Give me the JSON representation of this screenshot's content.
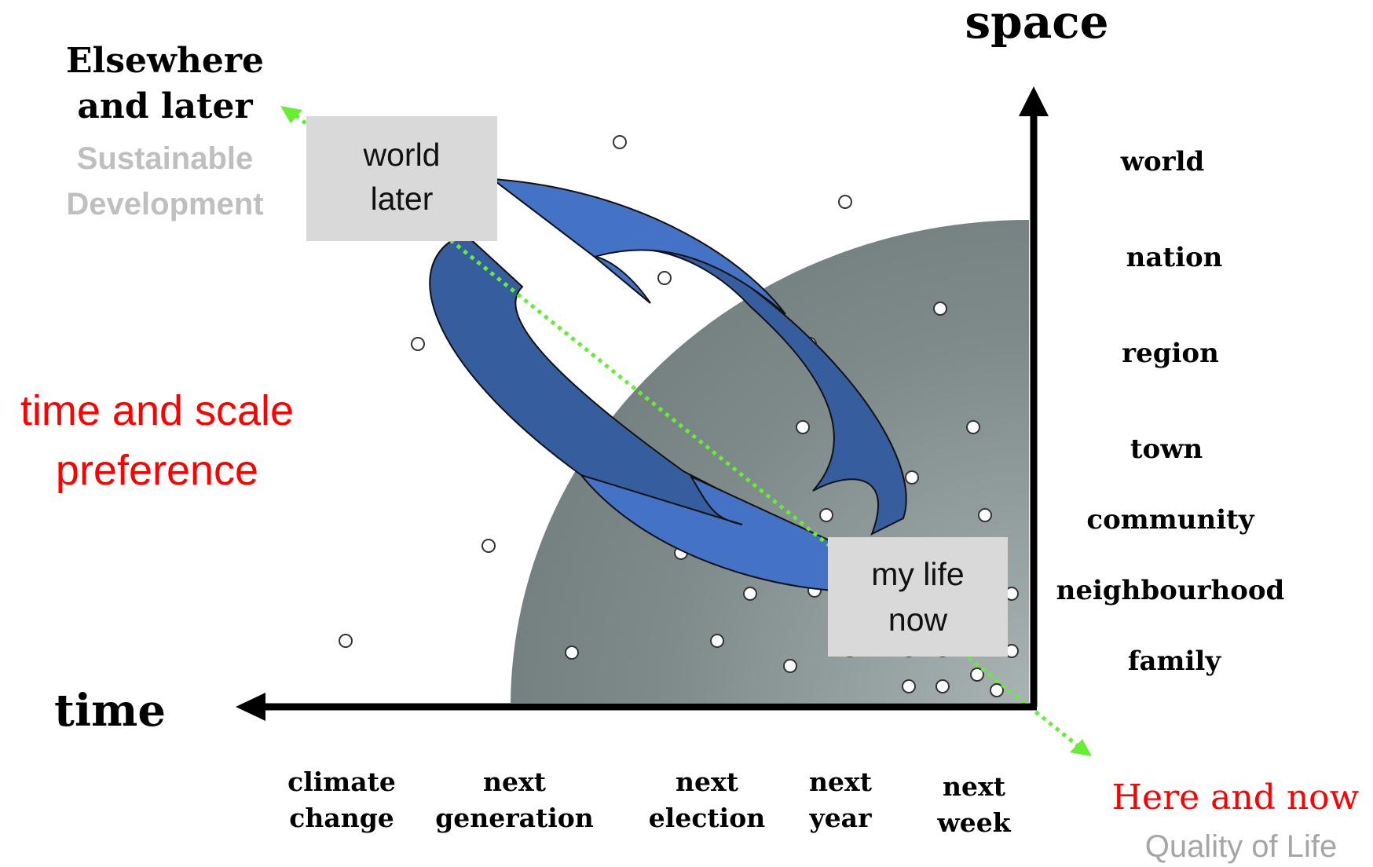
{
  "corner_labels": {
    "elsewhere": [
      "Elsewhere",
      "and later"
    ],
    "sustainable": [
      "Sustainable",
      "Development"
    ],
    "here_now": "Here and now",
    "quality": "Quality of Life"
  },
  "side_label": [
    "time and scale",
    "preference"
  ],
  "axes": {
    "space_title": "space",
    "time_title": "time"
  },
  "space_ticks": [
    "world",
    "nation",
    "region",
    "town",
    "community",
    "neighbourhood",
    "family"
  ],
  "time_ticks": [
    [
      "climate",
      "change"
    ],
    [
      "next",
      "generation"
    ],
    [
      "next",
      "election"
    ],
    [
      "next",
      "year"
    ],
    [
      "next",
      "week"
    ]
  ],
  "boxes": {
    "world_later": [
      "world",
      "later"
    ],
    "my_life_now": [
      "my life",
      "now"
    ]
  },
  "colors": {
    "background_quarter_circle": "#7a8585",
    "arrow_blue_light": "#4472c4",
    "arrow_blue_dark": "#365d9e",
    "dotted_line": "#66ee33",
    "box_fill": "#d9d9d9",
    "red_label": "#ff0000",
    "grey_label": "#bfbfbf",
    "quality_label": "#a6a6a6"
  }
}
